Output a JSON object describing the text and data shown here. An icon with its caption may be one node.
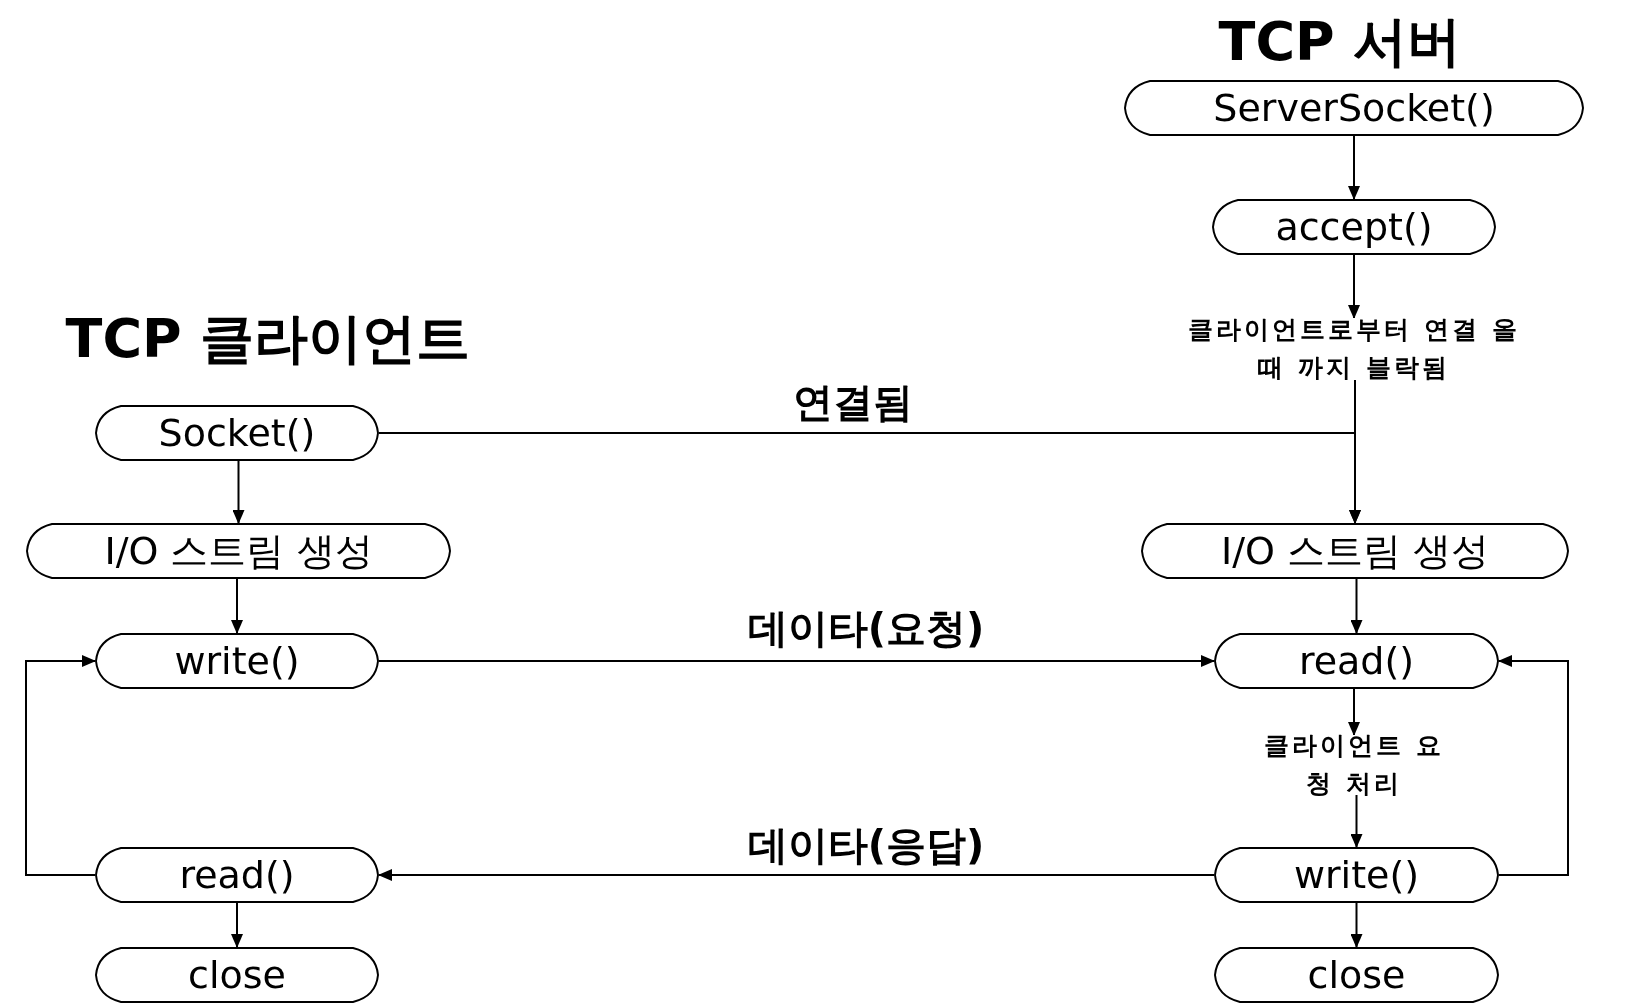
{
  "diagram": {
    "nodes": [
      {
        "text": [
          "Socket()"
        ]
      },
      {
        "text": [
          "I/O 스트림 생성"
        ]
      },
      {
        "text": [
          "write()"
        ]
      },
      {
        "text": [
          "read()"
        ]
      },
      {
        "text": [
          "close"
        ]
      },
      {
        "text": [
          "ServerSocket()"
        ]
      },
      {
        "text": [
          "accept()"
        ]
      },
      {
        "text": [
          "클라이언트로부터 연결 올때 까지 블락됨"
        ]
      },
      {
        "text": [
          "I/O 스트림 생성"
        ]
      },
      {
        "text": [
          "read()"
        ]
      },
      {
        "text": [
          "클라이언트 요청 처리"
        ]
      },
      {
        "text": [
          "write()"
        ]
      },
      {
        "text": [
          "close"
        ]
      }
    ],
    "edges": [
      {
        "from": 5,
        "to": 6,
        "arrow": "to"
      },
      {
        "from": 6,
        "to": 7,
        "arrow": "to"
      },
      {
        "from": 7,
        "to": 8,
        "arrow": "to"
      },
      {
        "from": 0,
        "to": 8,
        "arrow": "to",
        "label": "연결됨"
      },
      {
        "from": 0,
        "to": 1,
        "arrow": "to"
      },
      {
        "from": 1,
        "to": 2,
        "arrow": "to"
      },
      {
        "from": 2,
        "to": 9,
        "arrow": "to",
        "label": "데이타(요청)"
      },
      {
        "from": 8,
        "to": 9,
        "arrow": "to"
      },
      {
        "from": 9,
        "to": 10,
        "arrow": "to"
      },
      {
        "from": 10,
        "to": 11,
        "arrow": "to"
      },
      {
        "from": 11,
        "to": 9,
        "arrow": "to"
      },
      {
        "from": 11,
        "to": 3,
        "arrow": "to",
        "label": "데이타(응답)"
      },
      {
        "from": 3,
        "to": 2,
        "arrow": "to"
      },
      {
        "from": 3,
        "to": 4,
        "arrow": "to"
      },
      {
        "from": 11,
        "to": 12,
        "arrow": "to"
      }
    ],
    "labels": [
      "TCP 서버",
      "TCP 클라이언트"
    ]
  }
}
